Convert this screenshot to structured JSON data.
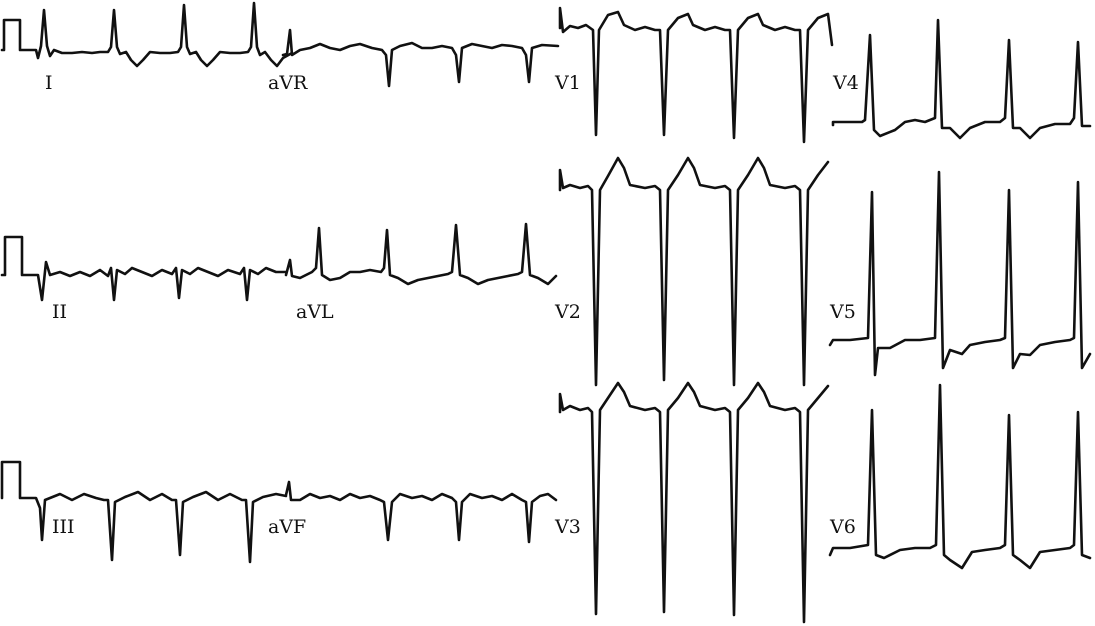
{
  "ecg": {
    "trace_color": "#111111",
    "background": "#ffffff",
    "leads": [
      {
        "id": "I",
        "label": "I"
      },
      {
        "id": "aVR",
        "label": "aVR"
      },
      {
        "id": "V1",
        "label": "V1"
      },
      {
        "id": "V4",
        "label": "V4"
      },
      {
        "id": "II",
        "label": "II"
      },
      {
        "id": "aVL",
        "label": "aVL"
      },
      {
        "id": "V2",
        "label": "V2"
      },
      {
        "id": "V5",
        "label": "V5"
      },
      {
        "id": "III",
        "label": "III"
      },
      {
        "id": "aVF",
        "label": "aVF"
      },
      {
        "id": "V3",
        "label": "V3"
      },
      {
        "id": "V6",
        "label": "V6"
      }
    ]
  }
}
